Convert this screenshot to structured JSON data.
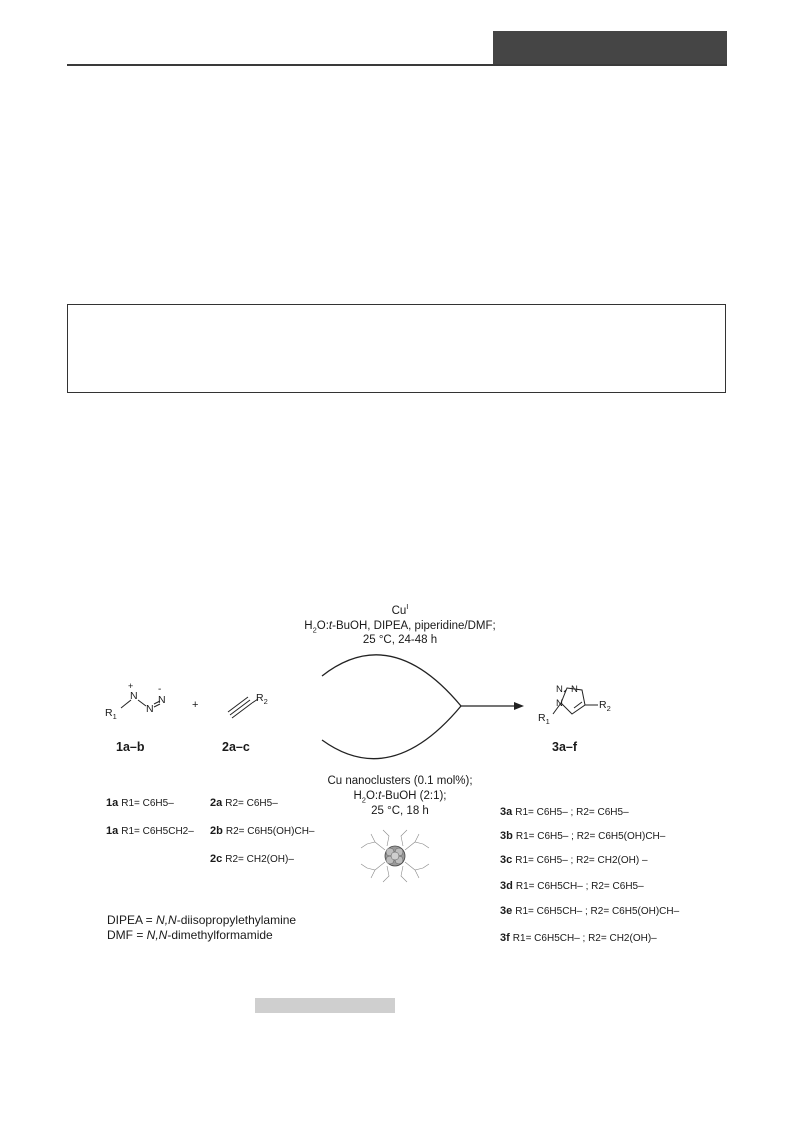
{
  "scheme": {
    "top_conditions": {
      "catalyst": "Cu",
      "catalyst_sup": "I",
      "line2_a": "H",
      "line2_sub": "2",
      "line2_b": "O:",
      "line2_italic": "t",
      "line2_c": "-BuOH, DIPEA, piperidine/DMF;",
      "line3": "25 °C, 24-48 h"
    },
    "bottom_conditions": {
      "line1": "Cu nanoclusters (0.1 mol%);",
      "line2_a": "H",
      "line2_sub": "2",
      "line2_b": "O:",
      "line2_italic": "t",
      "line2_c": "-BuOH  (2:1);",
      "line3": "25 °C, 18 h"
    },
    "structures": {
      "azide_R": "R",
      "azide_R_sub": "1",
      "alkyne_R": "R",
      "alkyne_R_sub": "2",
      "triazole_R1": "R",
      "triazole_R1_sub": "1",
      "triazole_R2": "R",
      "triazole_R2_sub": "2",
      "plus": "+",
      "charge_plus": "+",
      "charge_minus": "-",
      "N": "N"
    },
    "labels": {
      "azide": "1a–b",
      "alkyne": "2a–c",
      "product": "3a–f"
    },
    "azides": [
      {
        "id": "1a",
        "text": "R1= C6H5–"
      },
      {
        "id": "1a",
        "text": "R1= C6H5CH2–"
      }
    ],
    "alkynes": [
      {
        "id": "2a",
        "text": "R2= C6H5–"
      },
      {
        "id": "2b",
        "text": "R2= C6H5(OH)CH–"
      },
      {
        "id": "2c",
        "text": "R2= CH2(OH)–"
      }
    ],
    "products": [
      {
        "id": "3a",
        "text": "R1= C6H5– ; R2= C6H5–"
      },
      {
        "id": "3b",
        "text": "R1= C6H5– ; R2= C6H5(OH)CH–"
      },
      {
        "id": "3c",
        "text": "R1= C6H5– ; R2= CH2(OH) –"
      },
      {
        "id": "3d",
        "text": "R1= C6H5CH– ; R2= C6H5–"
      },
      {
        "id": "3e",
        "text": "R1= C6H5CH– ; R2= C6H5(OH)CH–"
      },
      {
        "id": "3f",
        "text": "R1= C6H5CH– ; R2= CH2(OH)–"
      }
    ],
    "abbreviations": [
      {
        "italic": "N,N",
        "text": "DIPEA = ",
        "rest": "-diisopropylethylamine"
      },
      {
        "italic": "N,N",
        "text": "DMF = ",
        "rest": "-dimethylformamide"
      }
    ]
  },
  "colors": {
    "header_bar": "#454545",
    "rule": "#3a3a3a",
    "caption_placeholder": "#cfcfcf"
  }
}
